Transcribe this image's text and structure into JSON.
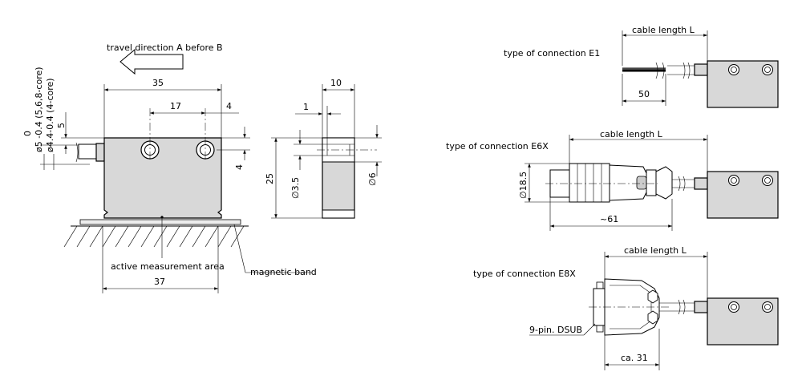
{
  "front_view": {
    "travel_direction": "travel direction A before B",
    "dim_width": "35",
    "dim_hole_spacing": "17",
    "dim_edge": "4",
    "dim_height_offset": "5",
    "dim_hole_offset": "4",
    "dim_total": "37",
    "cable_dia_0": "0",
    "cable_dia_5": "ø5 -0.4 (5,6,8-core)",
    "cable_dia_44": "ø4.4-0.4 (4-core)",
    "active_area": "active measurement area",
    "magnetic_band": "magnetic band"
  },
  "side_view": {
    "dim_width": "10",
    "dim_1": "1",
    "dim_height": "25",
    "dim_bore": "∅3.5",
    "dim_6": "∅6"
  },
  "connection_e1": {
    "label": "type of connection  E1",
    "cable_length": "cable length  L",
    "dim_50": "50"
  },
  "connection_e6x": {
    "label": "type of connection  E6X",
    "cable_length": "cable length  L",
    "dim_dia": "∅18.5",
    "dim_61": "~61"
  },
  "connection_e8x": {
    "label": "type of connection  E8X",
    "cable_length": "cable length  L",
    "dsub": "9-pin. DSUB",
    "dim_31": "ca. 31"
  }
}
